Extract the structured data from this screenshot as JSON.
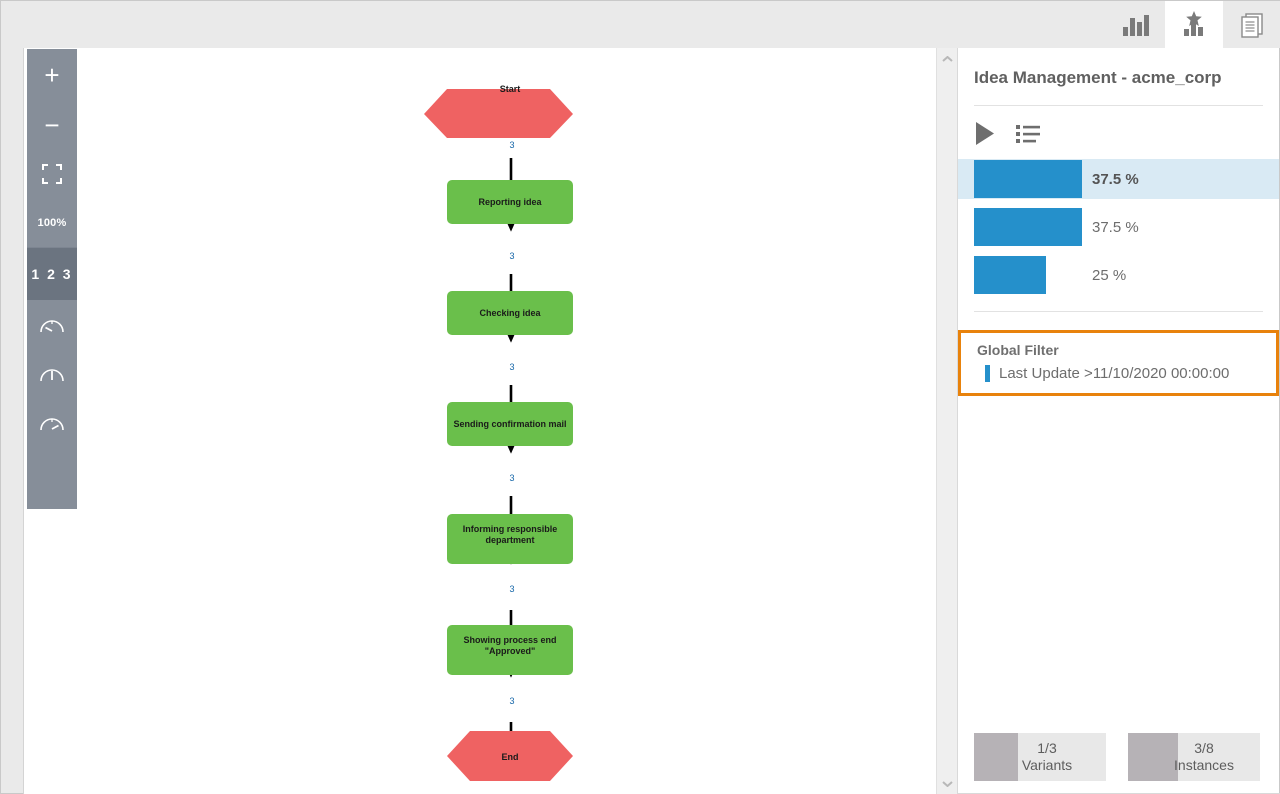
{
  "toolbar": {
    "buttons": [
      {
        "name": "bar-chart-icon",
        "label": "Bar Chart",
        "active": false
      },
      {
        "name": "starred-chart-icon",
        "label": "Starred Chart",
        "active": true
      },
      {
        "name": "documents-icon",
        "label": "Documents",
        "active": false
      }
    ]
  },
  "left_toolbar": {
    "zoom_in": "+",
    "zoom_out": "−",
    "fit_label": "fit-screen-icon",
    "zoom_level": "100%",
    "numbers_label": "1 2 3",
    "gauges": [
      "gauge-low-icon",
      "gauge-mid-icon",
      "gauge-high-icon"
    ]
  },
  "graph": {
    "nodes": [
      {
        "id": "start",
        "label": "Start",
        "shape": "hexagon",
        "color": "#ef6262"
      },
      {
        "id": "reporting",
        "label": "Reporting idea",
        "shape": "rect",
        "color": "#6abf4b"
      },
      {
        "id": "checking",
        "label": "Checking idea",
        "shape": "rect",
        "color": "#6abf4b"
      },
      {
        "id": "sending",
        "label": "Sending confirmation mail",
        "shape": "rect",
        "color": "#6abf4b"
      },
      {
        "id": "informing",
        "label": "Informing responsible department",
        "shape": "rect",
        "color": "#6abf4b"
      },
      {
        "id": "showing",
        "label": "Showing process end \"Approved\"",
        "shape": "rect",
        "color": "#6abf4b"
      },
      {
        "id": "end",
        "label": "End",
        "shape": "hexagon",
        "color": "#ef6262"
      }
    ],
    "edge_label": "3",
    "edge_count": 6
  },
  "panel": {
    "title": "Idea Management - acme_corp",
    "actions": [
      {
        "name": "play-icon",
        "label": "Play"
      },
      {
        "name": "list-icon",
        "label": "List"
      }
    ],
    "variants": [
      {
        "percent": "37.5 %",
        "value": 37.5,
        "selected": true
      },
      {
        "percent": "37.5 %",
        "value": 37.5,
        "selected": false
      },
      {
        "percent": "25 %",
        "value": 25.0,
        "selected": false
      }
    ],
    "global_filter": {
      "title": "Global Filter",
      "items": [
        {
          "text": "Last Update >11/10/2020 00:00:00",
          "color": "#2590cb"
        }
      ],
      "border_color": "#e8820c"
    },
    "counters": [
      {
        "value": "1/3",
        "name": "Variants",
        "fill_ratio": 0.333
      },
      {
        "value": "3/8",
        "name": "Instances",
        "fill_ratio": 0.375
      }
    ]
  },
  "colors": {
    "accent_blue": "#2590cb",
    "filter_orange": "#e8820c",
    "node_green": "#6abf4b",
    "node_red": "#ef6262",
    "toolbar_gray": "#868e99",
    "selected_row": "#d9eaf4"
  }
}
